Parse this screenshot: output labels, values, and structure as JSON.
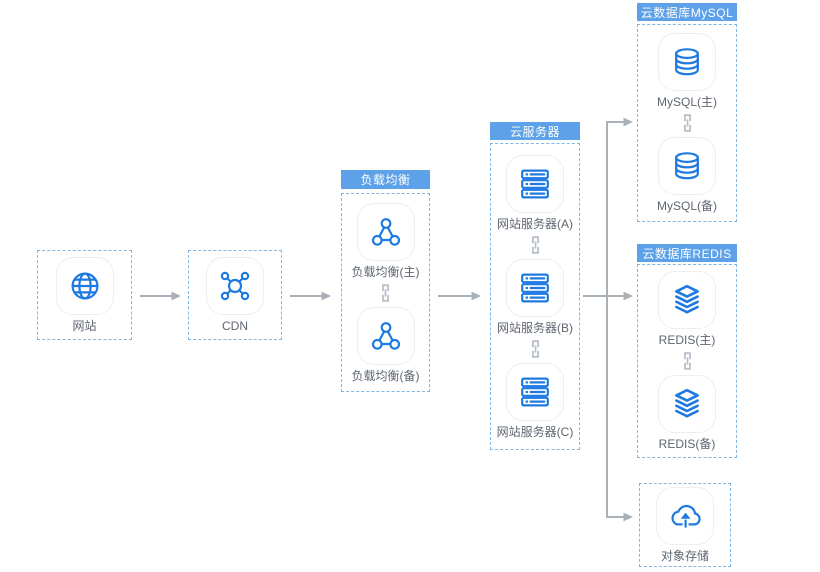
{
  "groups": {
    "website": {
      "label": "网站"
    },
    "cdn": {
      "label": "CDN"
    },
    "slb": {
      "header": "负载均衡",
      "nodes": [
        {
          "label": "负载均衡(主)"
        },
        {
          "label": "负载均衡(备)"
        }
      ]
    },
    "ecs": {
      "header": "云服务器",
      "nodes": [
        {
          "label": "网站服务器(A)"
        },
        {
          "label": "网站服务器(B)"
        },
        {
          "label": "网站服务器(C)"
        }
      ]
    },
    "mysql": {
      "header": "云数据库MySQL",
      "nodes": [
        {
          "label": "MySQL(主)"
        },
        {
          "label": "MySQL(备)"
        }
      ]
    },
    "redis": {
      "header": "云数据库REDIS",
      "nodes": [
        {
          "label": "REDIS(主)"
        },
        {
          "label": "REDIS(备)"
        }
      ]
    },
    "oss": {
      "label": "对象存储"
    }
  },
  "edges": [
    {
      "from": "网站",
      "to": "CDN"
    },
    {
      "from": "CDN",
      "to": "负载均衡"
    },
    {
      "from": "负载均衡",
      "to": "云服务器"
    },
    {
      "from": "云服务器",
      "to": "云数据库MySQL"
    },
    {
      "from": "云服务器",
      "to": "云数据库REDIS"
    },
    {
      "from": "云服务器",
      "to": "对象存储"
    }
  ],
  "icons": {
    "website": "globe-icon",
    "cdn": "network-hub-icon",
    "slb": "load-balancer-triangle-icon",
    "ecs": "server-stack-icon",
    "mysql": "database-cylinder-icon",
    "redis": "layers-stack-icon",
    "oss": "cloud-upload-icon",
    "ha_pair": "chain-link-icon"
  },
  "colors": {
    "icon_blue": "#1E7AE0",
    "header_bar_blue": "#5DA1E8",
    "dashed_border_blue": "#7EB6E6",
    "arrow_gray": "#A9B0B8",
    "link_icon_gray": "#B9C1CB",
    "label_text": "#5F6670",
    "tile_border": "#ECEEF1",
    "background": "#FFFFFF"
  }
}
